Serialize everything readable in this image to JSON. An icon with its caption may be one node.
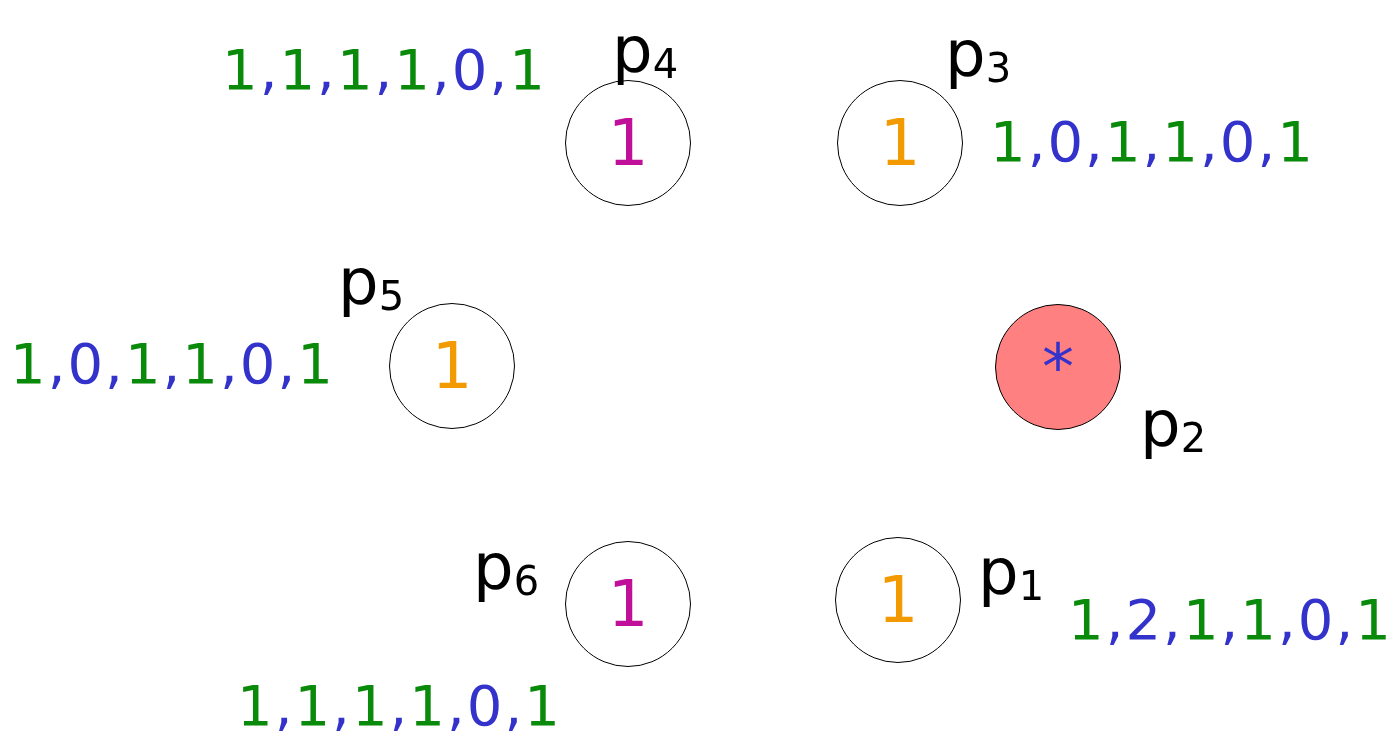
{
  "diagram": {
    "nodes": [
      {
        "text": [
          "1"
        ],
        "beside": [
          "p$_{4}$",
          "1,1,1,1,0,1"
        ]
      },
      {
        "text": [
          "1"
        ],
        "beside": [
          "p$_{3}$",
          "1,0,1,1,0,1"
        ]
      },
      {
        "text": [
          "1"
        ],
        "beside": [
          "p$_{5}$",
          "1,0,1,1,0,1"
        ]
      },
      {
        "text": [
          "*"
        ],
        "beside": [
          "p$_{2}$"
        ]
      },
      {
        "text": [
          "1"
        ],
        "beside": [
          "p$_{6}$",
          "1,1,1,1,0,1"
        ]
      },
      {
        "text": [
          "1"
        ],
        "beside": [
          "p$_{1}$",
          "1,2,1,1,0,1"
        ]
      }
    ]
  }
}
